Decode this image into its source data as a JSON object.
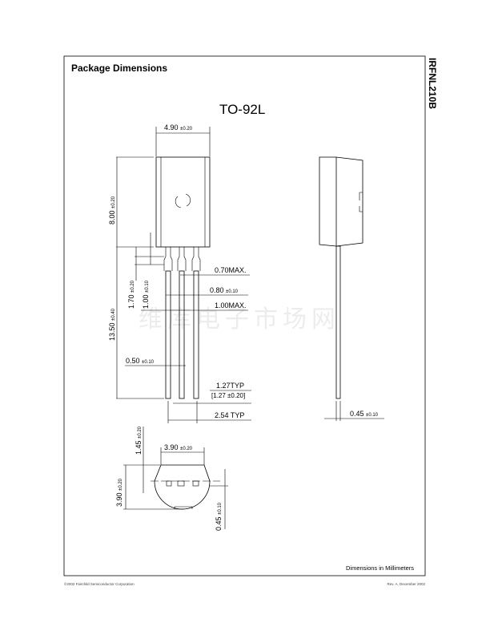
{
  "page": {
    "section_title": "Package Dimensions",
    "part_number": "IRFNL210B",
    "package_name": "TO-92L",
    "units_note": "Dimensions in Millimeters",
    "watermark": "维库电子市场网",
    "footer_left": "©2002 Fairchild Semiconductor Corporation",
    "footer_right": "Rev. A, December 2002"
  },
  "front_view": {
    "width": {
      "value": "4.90",
      "tol": "±0.20"
    },
    "body_height": {
      "value": "8.00",
      "tol": "±0.20"
    },
    "lead_length": {
      "value": "13.50",
      "tol": "±0.40"
    },
    "form_height": {
      "value": "1.70",
      "tol": "±0.20"
    },
    "form_height2": {
      "value": "1.00",
      "tol": "±0.10"
    },
    "form_width_max": {
      "value": "0.70MAX."
    },
    "lead_width_form": {
      "value": "0.80",
      "tol": "±0.10"
    },
    "form_width_max2": {
      "value": "1.00MAX."
    },
    "lead_width": {
      "value": "0.50",
      "tol": "±0.10"
    },
    "pitch": {
      "value": "1.27TYP",
      "alt": "[1.27 ±0.20]"
    },
    "span": {
      "value": "2.54 TYP"
    }
  },
  "side_view": {
    "lead_thickness": {
      "value": "0.45",
      "tol": "±0.10"
    }
  },
  "bottom_view": {
    "flat_width": {
      "value": "3.90",
      "tol": "±0.20"
    },
    "depth": {
      "value": "3.90",
      "tol": "±0.20"
    },
    "flat_offset": {
      "value": "1.45",
      "tol": "±0.20"
    },
    "lead_offset": {
      "value": "0.45",
      "tol": "±0.10"
    }
  }
}
